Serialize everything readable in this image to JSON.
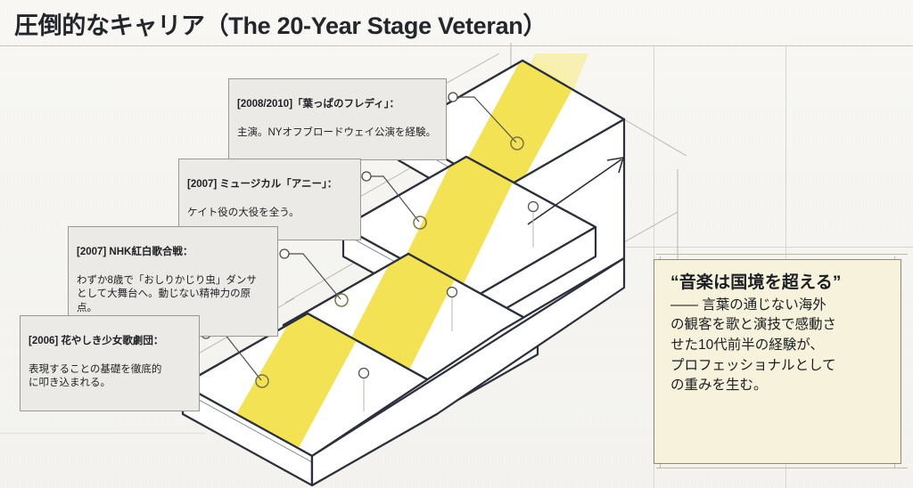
{
  "header": {
    "title": "圧倒的なキャリア（The 20-Year Stage Veteran）"
  },
  "colors": {
    "background": "#f7f6f3",
    "ink": "#23262b",
    "beam_yellow": "#f2e04a",
    "beam_yellow_soft": "#f7ec8f",
    "callout_bg": "#eceae6",
    "callout_border": "#9a9791",
    "quote_bg": "#f6f2dc",
    "quote_border": "#8e8a72",
    "grid": "#cfccc5",
    "step_face": "#ffffff",
    "step_outline": "#2b303a"
  },
  "diagram": {
    "type": "isometric-staircase",
    "step_count": 4,
    "direction_arrow": "up-right",
    "beam_label": "spotlight-beam",
    "steps": [
      {
        "index": 1,
        "name": "step-2006"
      },
      {
        "index": 2,
        "name": "step-2007-nhk"
      },
      {
        "index": 3,
        "name": "step-2007-annie"
      },
      {
        "index": 4,
        "name": "step-2008-2010"
      }
    ]
  },
  "callouts": [
    {
      "id": "callout-2008-2010",
      "title": "[2008/2010]「葉っぱのフレディ」：",
      "body": "主演。NYオフブロードウェイ公演を経験。"
    },
    {
      "id": "callout-2007-annie",
      "title": "[2007] ミュージカル「アニー」：",
      "body": "ケイト役の大役を全う。"
    },
    {
      "id": "callout-2007-nhk",
      "title": "[2007] NHK紅白歌合戦：",
      "body": "わずか8歳で「おしりかじり虫」ダンサ\nとして大舞台へ。動じない精神力の原点。"
    },
    {
      "id": "callout-2006",
      "title": "[2006] 花やしき少女歌劇団：",
      "body": "表現することの基礎を徹底的\nに叩き込まれる。"
    }
  ],
  "quote": {
    "headline": "“音楽は国境を超える”",
    "body": "—— 言葉の通じない海外\nの観客を歌と演技で感動さ\nせた10代前半の経験が、\nプロフェッショナルとして\nの重みを生む。"
  }
}
